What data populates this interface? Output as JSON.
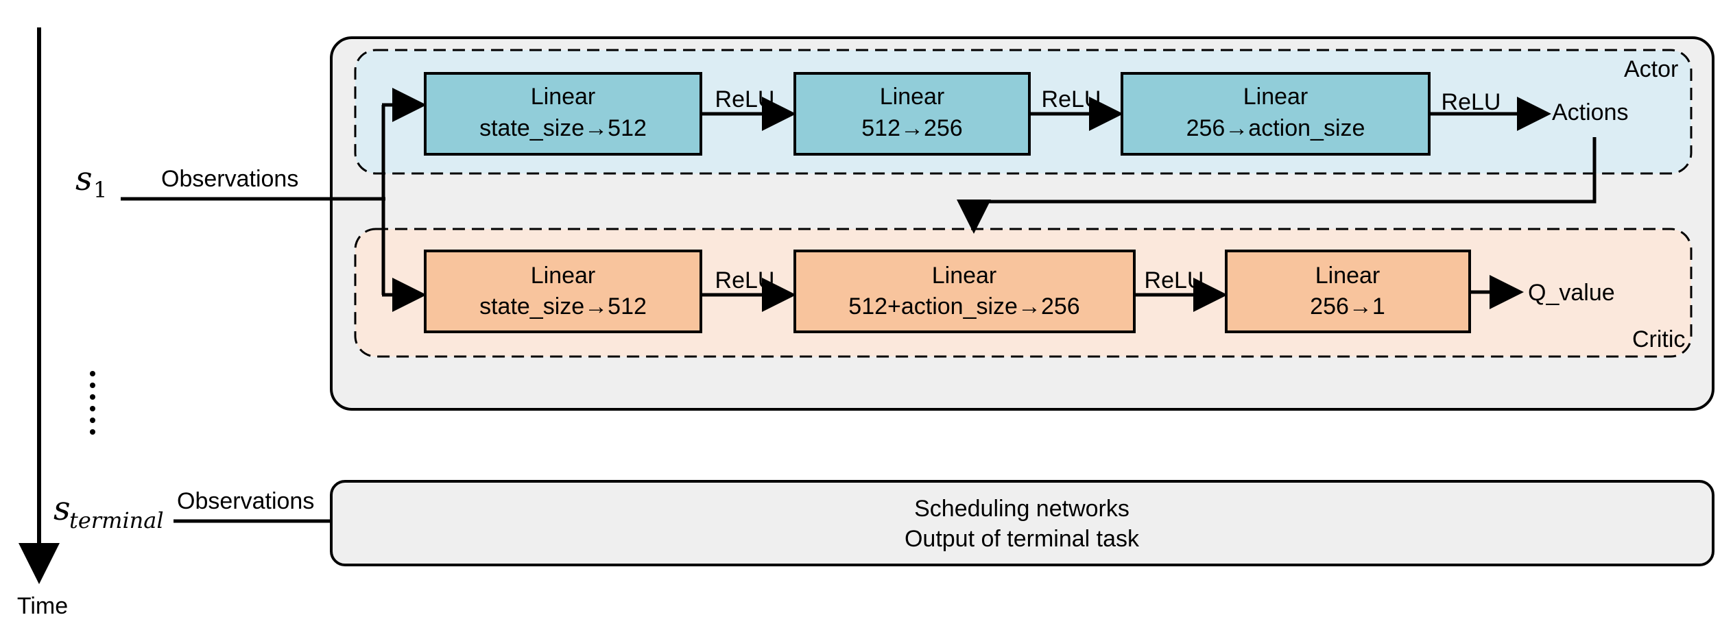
{
  "time_axis": {
    "label": "Time",
    "dots": "⋮"
  },
  "states": {
    "s1_main": "s",
    "s1_sub": "1",
    "terminal_main": "s",
    "terminal_sub": "terminal"
  },
  "observations_label": "Observations",
  "actor": {
    "label": "Actor",
    "output_label": "Actions",
    "layers": [
      {
        "title": "Linear",
        "dims": "state_size→512"
      },
      {
        "title": "Linear",
        "dims": "512→256"
      },
      {
        "title": "Linear",
        "dims": "256→action_size"
      }
    ],
    "activations": [
      "ReLU",
      "ReLU",
      "ReLU"
    ]
  },
  "critic": {
    "label": "Critic",
    "output_label": "Q_value",
    "layers": [
      {
        "title": "Linear",
        "dims": "state_size→512"
      },
      {
        "title": "Linear",
        "dims": "512+action_size→256"
      },
      {
        "title": "Linear",
        "dims": "256→1"
      }
    ],
    "activations": [
      "ReLU",
      "ReLU"
    ]
  },
  "terminal_box": {
    "line1": "Scheduling networks",
    "line2": "Output of terminal task"
  },
  "colors": {
    "actor_fill": "#dcedf4",
    "actor_layer": "#91cdd9",
    "critic_fill": "#fbe8dc",
    "critic_layer": "#f8c49d",
    "outer_fill": "#efefef"
  }
}
